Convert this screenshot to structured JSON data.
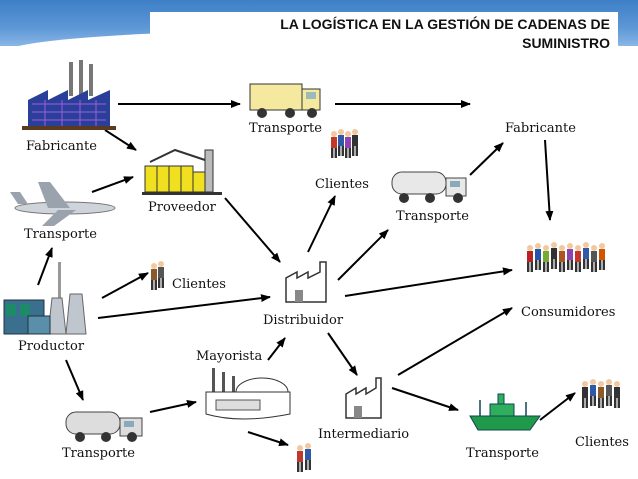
{
  "title": {
    "line1": "LA LOGÍSTICA EN LA GESTIÓN DE CADENAS DE",
    "line2": "SUMINISTRO"
  },
  "nodes": {
    "fabricante_left": "Fabricante",
    "transporte_top": "Transporte",
    "fabricante_right": "Fabricante",
    "clientes_top": "Clientes",
    "proveedor": "Proveedor",
    "transporte_mid": "Transporte",
    "transporte_plane": "Transporte",
    "clientes_mid": "Clientes",
    "consumidores": "Consumidores",
    "distribuidor": "Distribuidor",
    "productor": "Productor",
    "mayorista": "Mayorista",
    "intermediario": "Intermediario",
    "transporte_bottom_left": "Transporte",
    "transporte_ship": "Transporte",
    "clientes_bottom": "Clientes"
  },
  "icons": [
    "factory-icon",
    "truck-icon",
    "people-icon",
    "plant-icon",
    "airplane-icon",
    "tanker-truck-icon",
    "ship-icon",
    "warehouse-icon",
    "power-plant-icon",
    "wholesaler-icon"
  ]
}
